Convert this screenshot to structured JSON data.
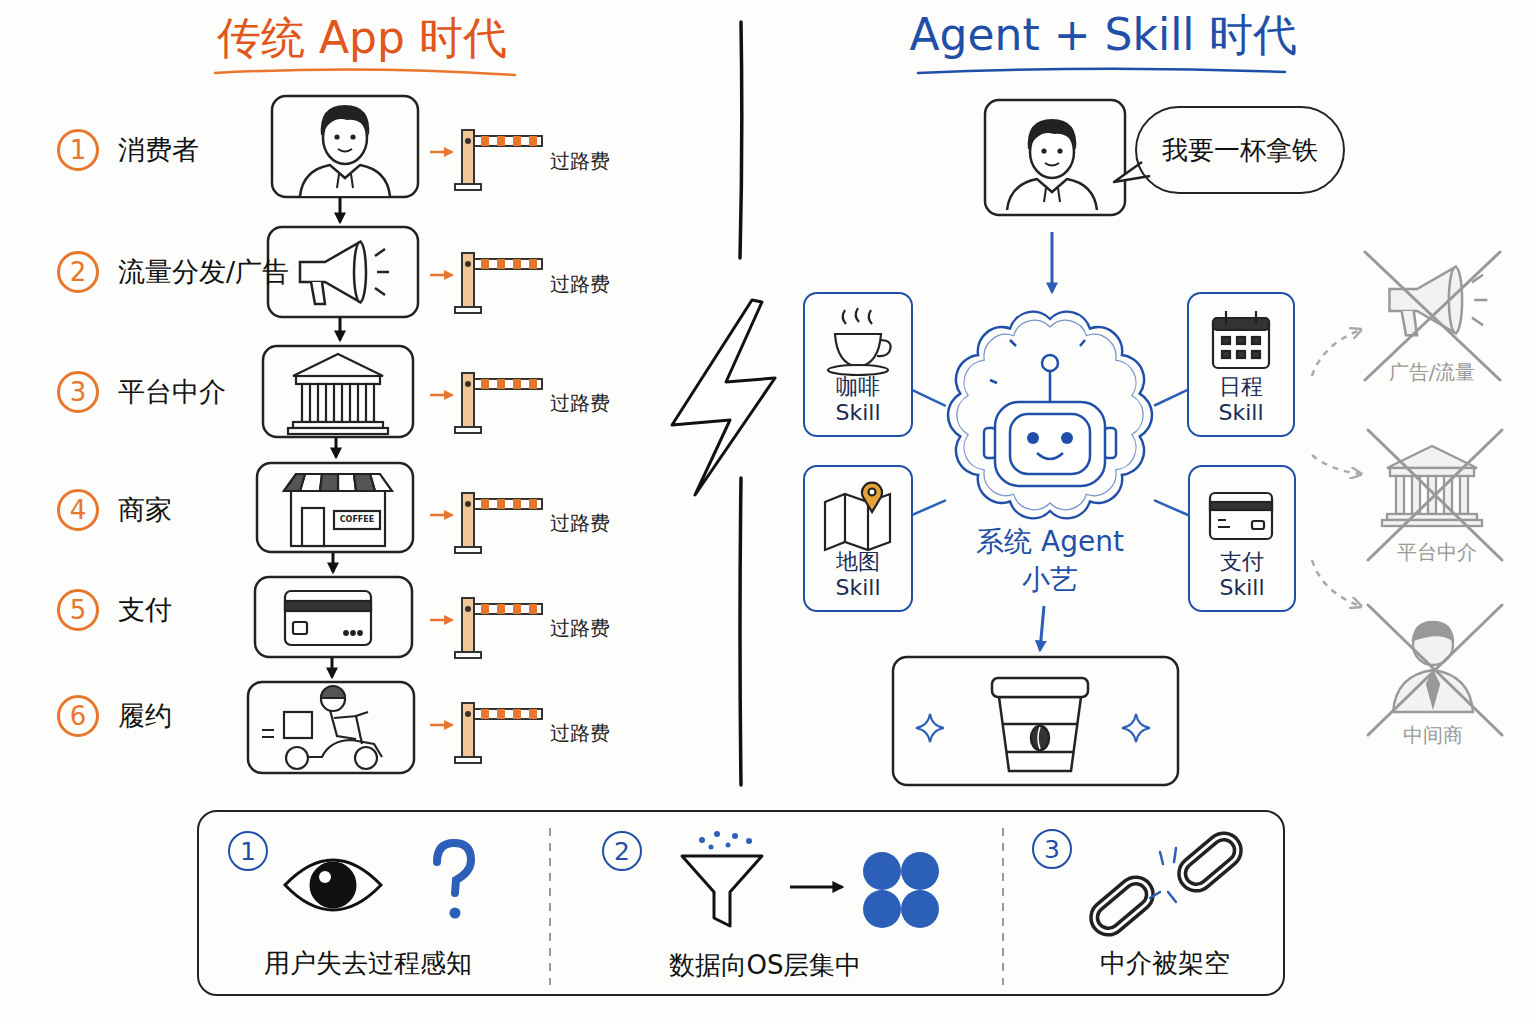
{
  "diagram": {
    "nodes": [
      {
        "text": [
          "1",
          "消费者"
        ]
      },
      {
        "text": [
          "2",
          "流量分发/广告"
        ]
      },
      {
        "text": [
          "3",
          "平台中介"
        ]
      },
      {
        "text": [
          "4",
          "商家"
        ]
      },
      {
        "text": [
          "5",
          "支付"
        ]
      },
      {
        "text": [
          "6",
          "履约"
        ]
      },
      {
        "text": [
          "我要一杯拿铁"
        ]
      },
      {
        "text": [
          "咖啡 Skill"
        ]
      },
      {
        "text": [
          "系统 Agent 小艺"
        ]
      },
      {
        "text": [
          "日程 Skill"
        ]
      },
      {
        "text": [
          "地图 Skill"
        ]
      },
      {
        "text": [
          "支付 Skill"
        ]
      },
      {
        "text": []
      },
      {
        "text": [
          "1"
        ],
        "in": 12
      },
      {
        "text": [
          "2"
        ],
        "in": 12
      },
      {
        "text": [
          "3"
        ],
        "in": 12
      }
    ],
    "edges": [
      {
        "from": 8,
        "to": 7,
        "arrow": "none"
      },
      {
        "from": 8,
        "to": 9,
        "arrow": "none"
      },
      {
        "from": 8,
        "to": 10,
        "arrow": "none"
      },
      {
        "from": 8,
        "to": 11,
        "arrow": "none"
      }
    ],
    "labels": [
      "传统 App 时代",
      "Agent + Skill 时代",
      "过路费",
      "过路费",
      "过路费",
      "COFFEE",
      "过路费",
      "过路费",
      "过路费",
      "广告/流量",
      "平台中介",
      "中间商",
      "用户失去过程感知",
      "数据向OS层集中",
      "中介被架空"
    ]
  }
}
